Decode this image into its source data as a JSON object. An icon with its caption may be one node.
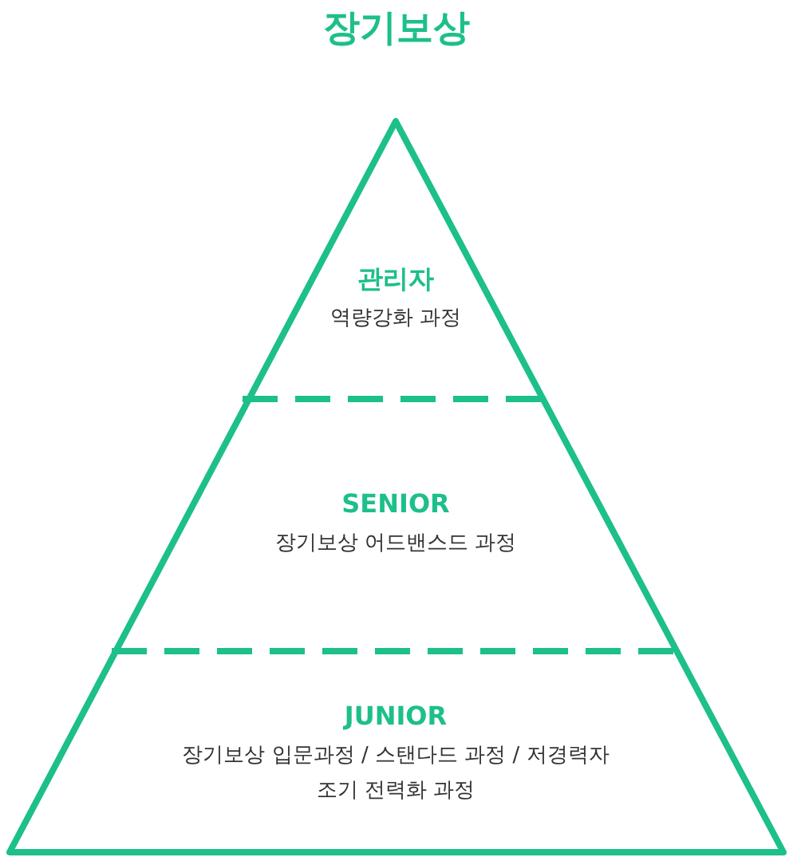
{
  "diagram": {
    "title": "장기보상",
    "nodes": [
      {
        "text": [
          "관리자",
          "역량강화 과정"
        ]
      },
      {
        "text": [
          "SENIOR",
          "장기보상 어드밴스드 과정"
        ]
      },
      {
        "text": [
          "JUNIOR",
          "장기보상 입문과정 / 스탠다드 과정 / 저경력자 조기 전력화 과정"
        ]
      }
    ]
  }
}
